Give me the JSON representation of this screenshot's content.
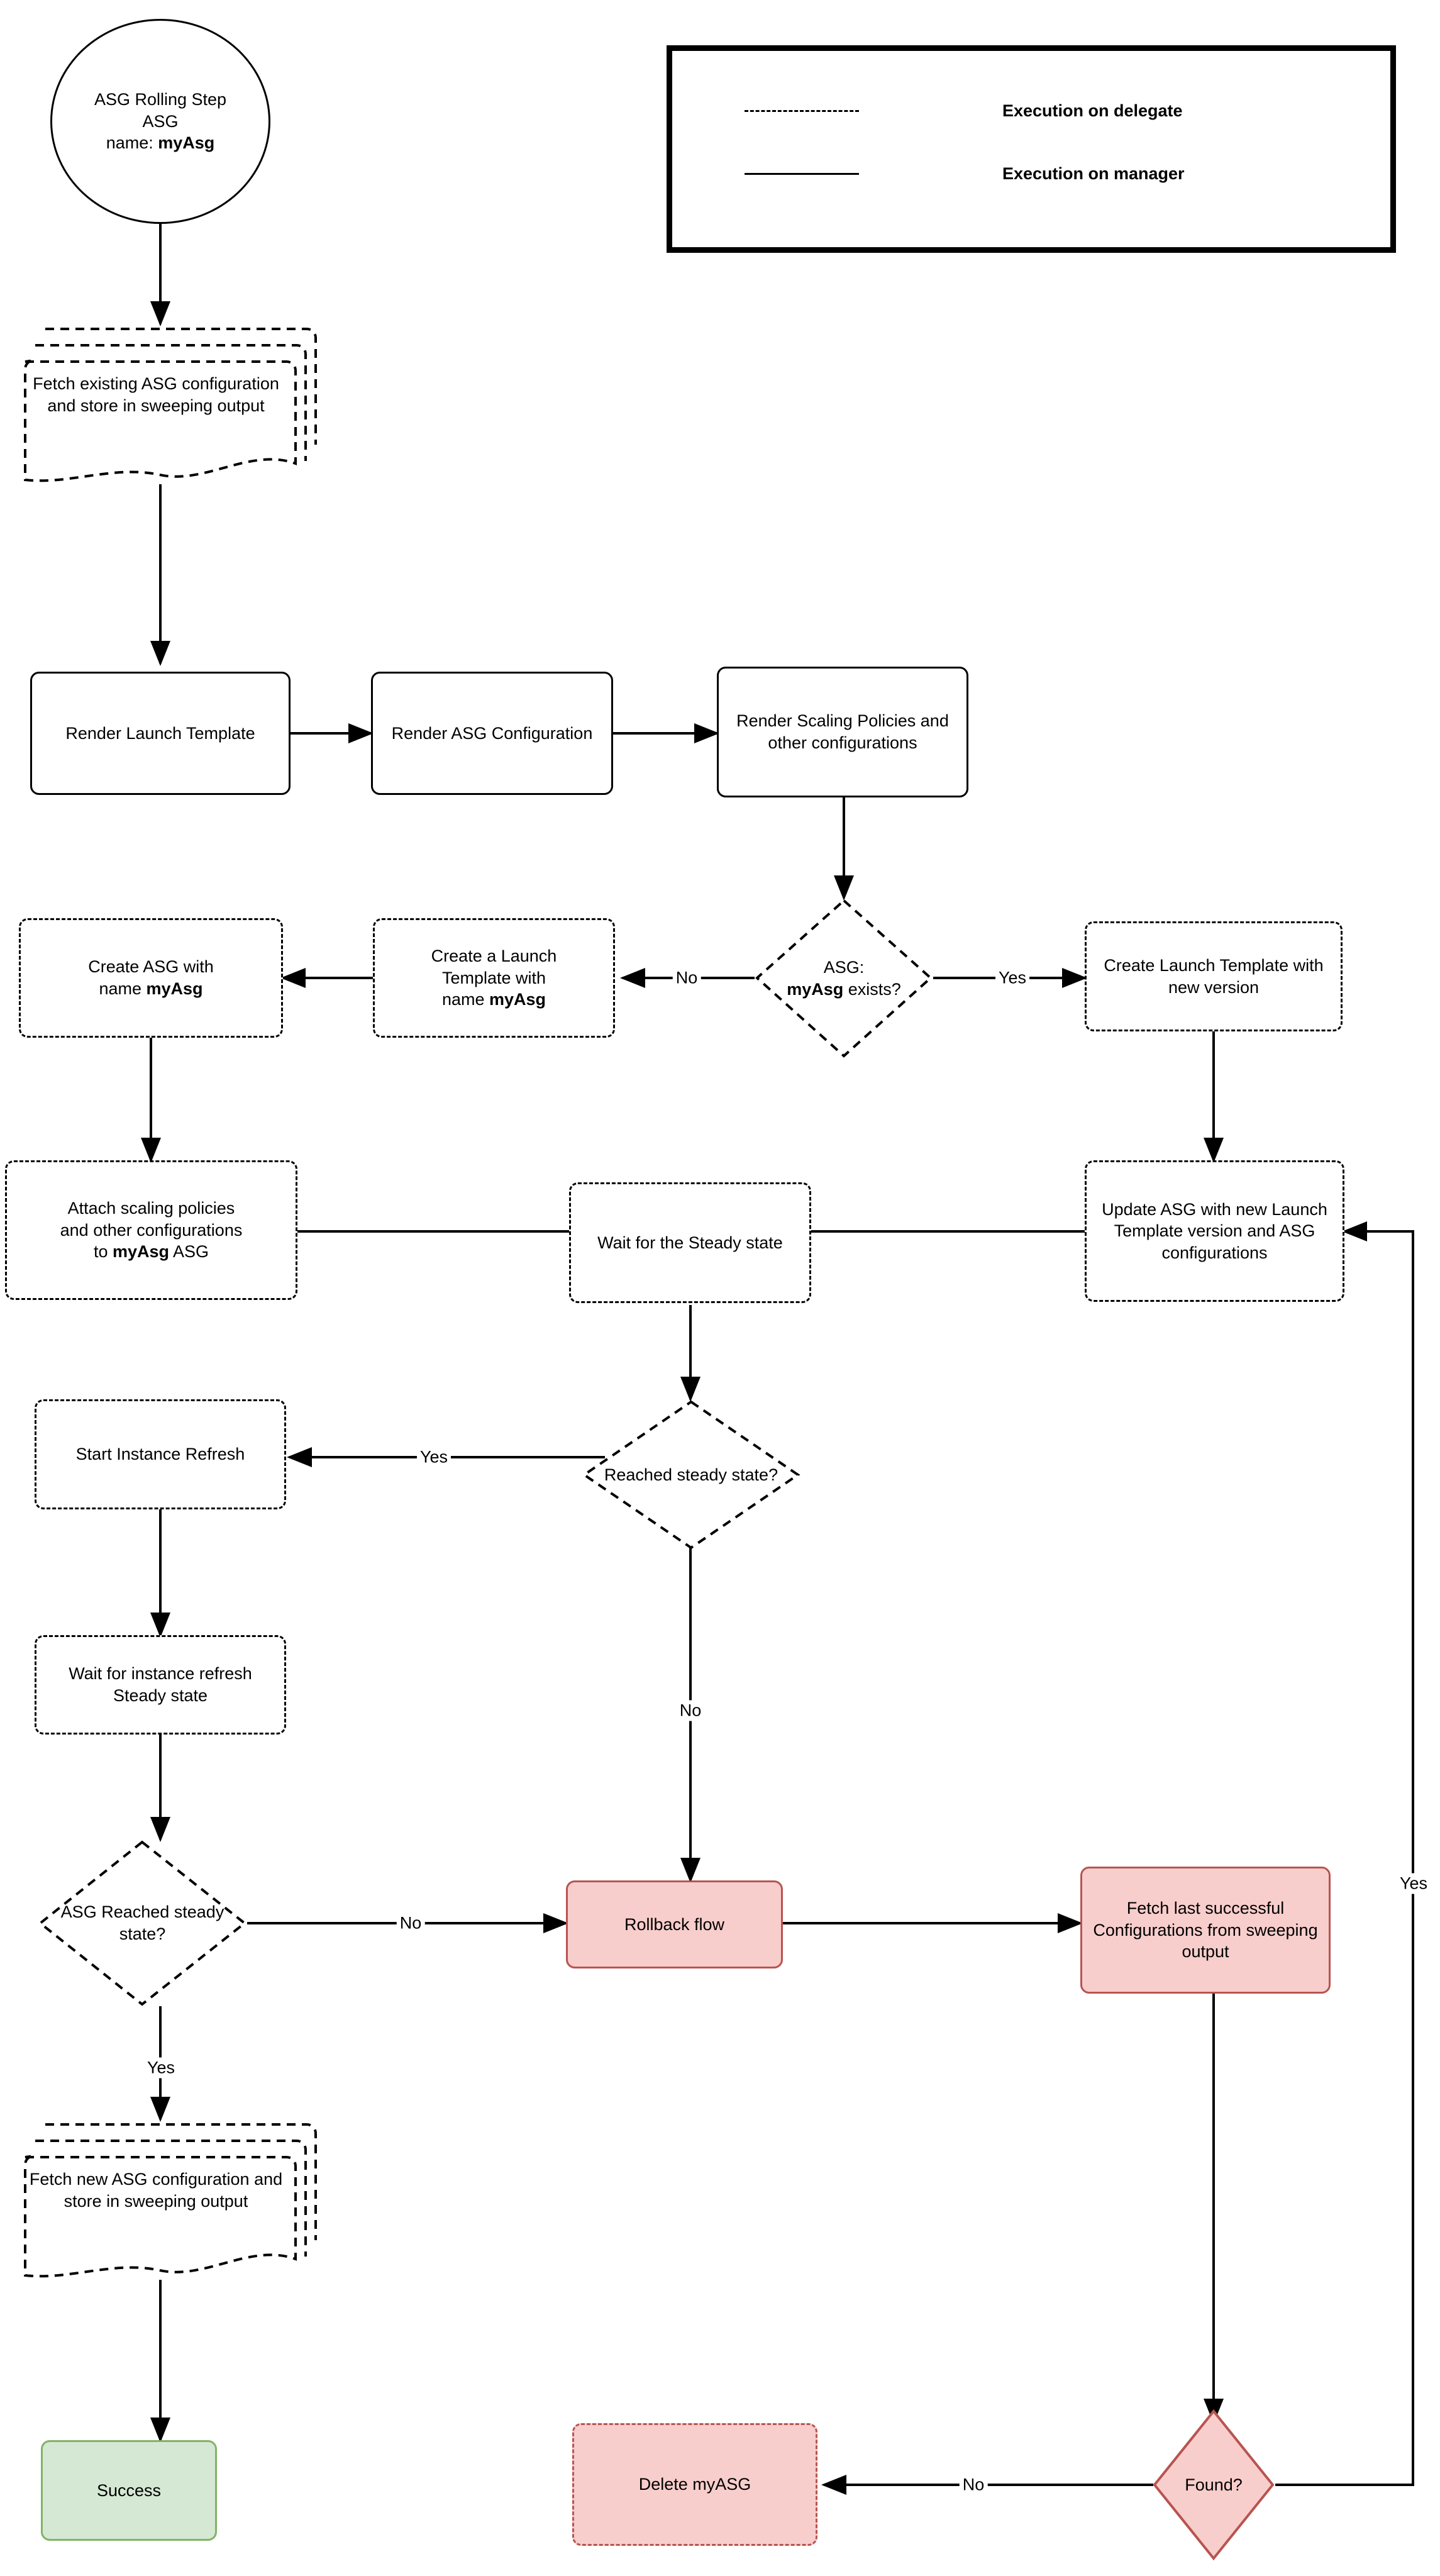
{
  "diagram": {
    "title": "ASG Rolling Step flow",
    "colors": {
      "pink_fill": "#f8cecc",
      "pink_stroke": "#b85450",
      "green_fill": "#d5e8d4",
      "green_stroke": "#82b366",
      "line": "#000000",
      "background": "#ffffff"
    }
  },
  "legend": {
    "rows": [
      {
        "style": "dashed",
        "label": "Execution on delegate"
      },
      {
        "style": "solid",
        "label": "Execution on manager"
      }
    ]
  },
  "nodes": {
    "start": {
      "line1": "ASG Rolling Step",
      "line2": "ASG",
      "line3_prefix": "name: ",
      "line3_bold": "myAsg"
    },
    "fetch_existing": {
      "label": "Fetch existing ASG configuration and store in sweeping output"
    },
    "render_launch_template": {
      "label": "Render Launch Template"
    },
    "render_asg_config": {
      "label": "Render ASG Configuration"
    },
    "render_scaling_policies": {
      "label": "Render Scaling Policies and other configurations"
    },
    "asg_exists": {
      "line1": "ASG:",
      "line2_bold": "myAsg",
      "line2_rest": " exists?"
    },
    "create_launch_template_new_version": {
      "label": "Create Launch Template with new version"
    },
    "create_a_launch_template": {
      "line1": "Create a Launch",
      "line2": "Template with",
      "line3_prefix": "name ",
      "line3_bold": "myAsg"
    },
    "create_asg": {
      "line1": "Create ASG with",
      "line2_prefix": "name ",
      "line2_bold": "myAsg"
    },
    "attach_scaling_policies": {
      "line1": "Attach scaling policies",
      "line2": "and other configurations",
      "line3_prefix": "to ",
      "line3_bold": "myAsg",
      "line3_suffix": " ASG"
    },
    "wait_steady": {
      "label": "Wait for the Steady state"
    },
    "update_asg": {
      "label": "Update ASG with new Launch Template version and ASG configurations"
    },
    "reached_steady": {
      "label": "Reached steady state?"
    },
    "start_instance_refresh": {
      "label": "Start Instance Refresh"
    },
    "wait_instance_refresh": {
      "label": "Wait for instance refresh Steady state"
    },
    "asg_reached_steady": {
      "label": "ASG Reached steady state?"
    },
    "rollback_flow": {
      "label": "Rollback flow"
    },
    "fetch_last_successful": {
      "label": "Fetch last successful Configurations from sweeping output"
    },
    "fetch_new_asg": {
      "label": "Fetch new ASG configuration and store in sweeping output"
    },
    "success": {
      "label": "Success"
    },
    "delete_myasg": {
      "label": "Delete myASG"
    },
    "found": {
      "label": "Found?"
    }
  },
  "edge_labels": {
    "asg_exists_no": "No",
    "asg_exists_yes": "Yes",
    "reached_steady_yes": "Yes",
    "reached_steady_no": "No",
    "asg_reached_no": "No",
    "asg_reached_yes": "Yes",
    "found_no": "No",
    "found_yes": "Yes"
  }
}
